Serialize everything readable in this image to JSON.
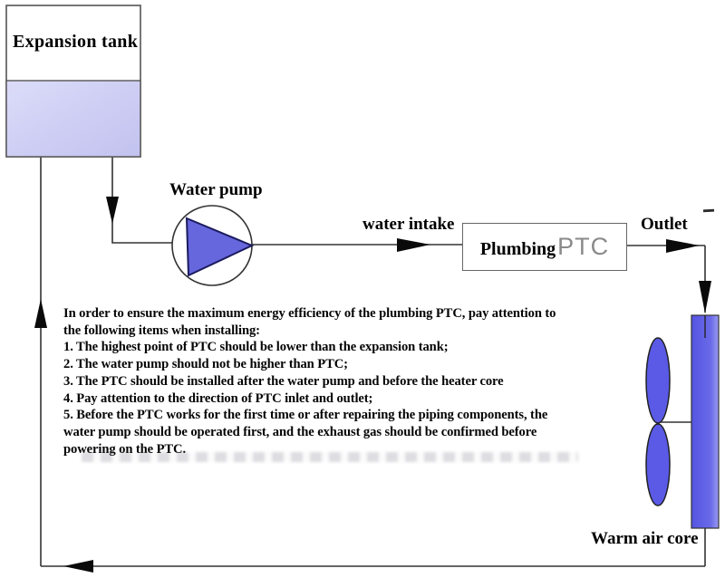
{
  "labels": {
    "expansion_tank": "Expansion tank",
    "water_pump": "Water pump",
    "water_intake": "water intake",
    "plumbing": "Plumbing",
    "ptc": "PTC",
    "outlet": "Outlet",
    "warm_air_core": "Warm air core"
  },
  "instructions": {
    "lines": [
      "In order to ensure the maximum energy efficiency of the plumbing PTC, pay attention to",
      "the following items when installing:",
      "1. The highest point of PTC should be lower than the expansion tank;",
      "2. The water pump should not be higher than PTC;",
      "3. The PTC should be installed after the water pump and before the heater core",
      "4. Pay attention to the direction of PTC inlet and outlet;",
      "5. Before the PTC works for the first time or after repairing the piping components, the",
      "water pump should be operated first, and the exhaust gas should be confirmed before",
      "powering on the PTC."
    ]
  },
  "flow": {
    "direction_notes": [
      "expansion tank down to water pump",
      "water pump right to plumbing PTC (water intake)",
      "plumbing PTC right then down to warm air core (outlet)",
      "warm air core bottom back left and up to expansion tank"
    ]
  },
  "colors": {
    "pipe_line": "#333333",
    "tank_fill_bottom": "#cdcdf4",
    "pump_triangle_fill": "#6666dd",
    "heater_core_fill": "#6262e6",
    "fan_blade_fill": "#5a5ae6",
    "ptc_text_color": "#8a8a8a",
    "label_text_color": "#000000"
  }
}
